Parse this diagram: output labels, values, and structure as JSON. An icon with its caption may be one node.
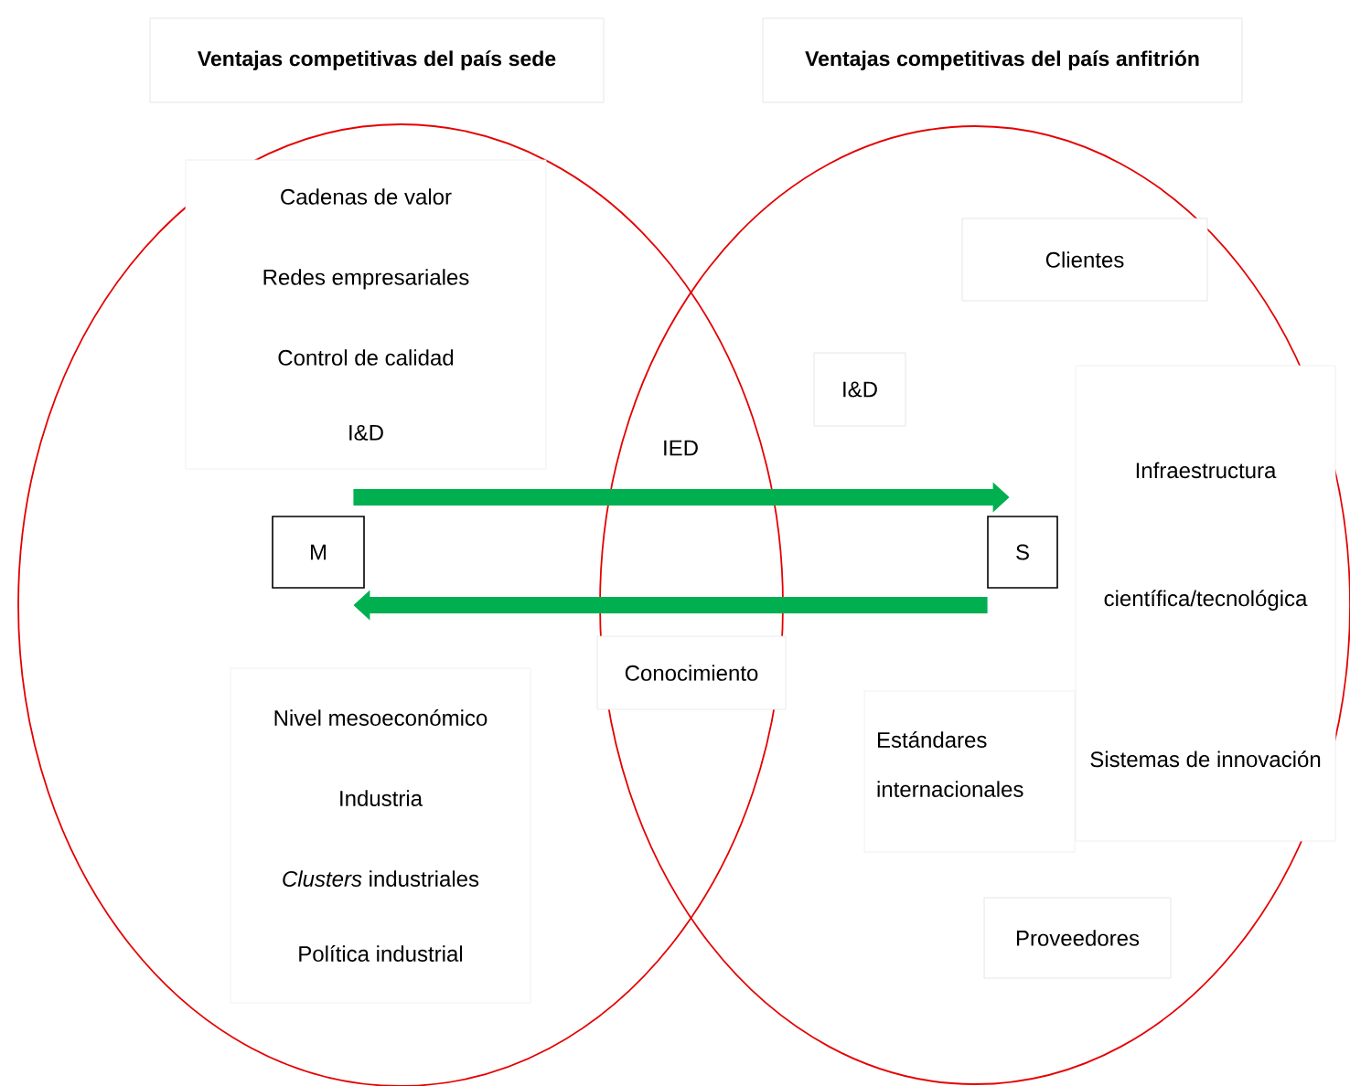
{
  "diagram": {
    "nodes": [
      {
        "text": [
          "Ventajas competitivas del país sede"
        ]
      },
      {
        "text": [
          "Ventajas competitivas del país anfitrión"
        ]
      },
      {
        "text": [
          "Cadenas de valor",
          "Redes empresariales",
          "Control de calidad",
          "I&D"
        ]
      },
      {
        "text": [
          "Clientes"
        ]
      },
      {
        "text": [
          "I&D"
        ]
      },
      {
        "text": [
          "Infraestructura científica/tecnológica",
          "Sistemas de innovación"
        ]
      },
      {
        "text": [
          "M"
        ]
      },
      {
        "text": [
          "S"
        ]
      },
      {
        "text": [
          "Estándares internacionales"
        ]
      },
      {
        "text": [
          "Nivel mesoeconómico",
          "Industria",
          "*Clusters* industriales",
          "Política industrial"
        ]
      },
      {
        "text": [
          "Proveedores"
        ]
      }
    ],
    "edges": [
      {
        "from": 6,
        "to": 7,
        "arrow": "to",
        "label": "IED"
      },
      {
        "from": 7,
        "to": 6,
        "arrow": "to",
        "label": "Conocimiento"
      }
    ]
  }
}
